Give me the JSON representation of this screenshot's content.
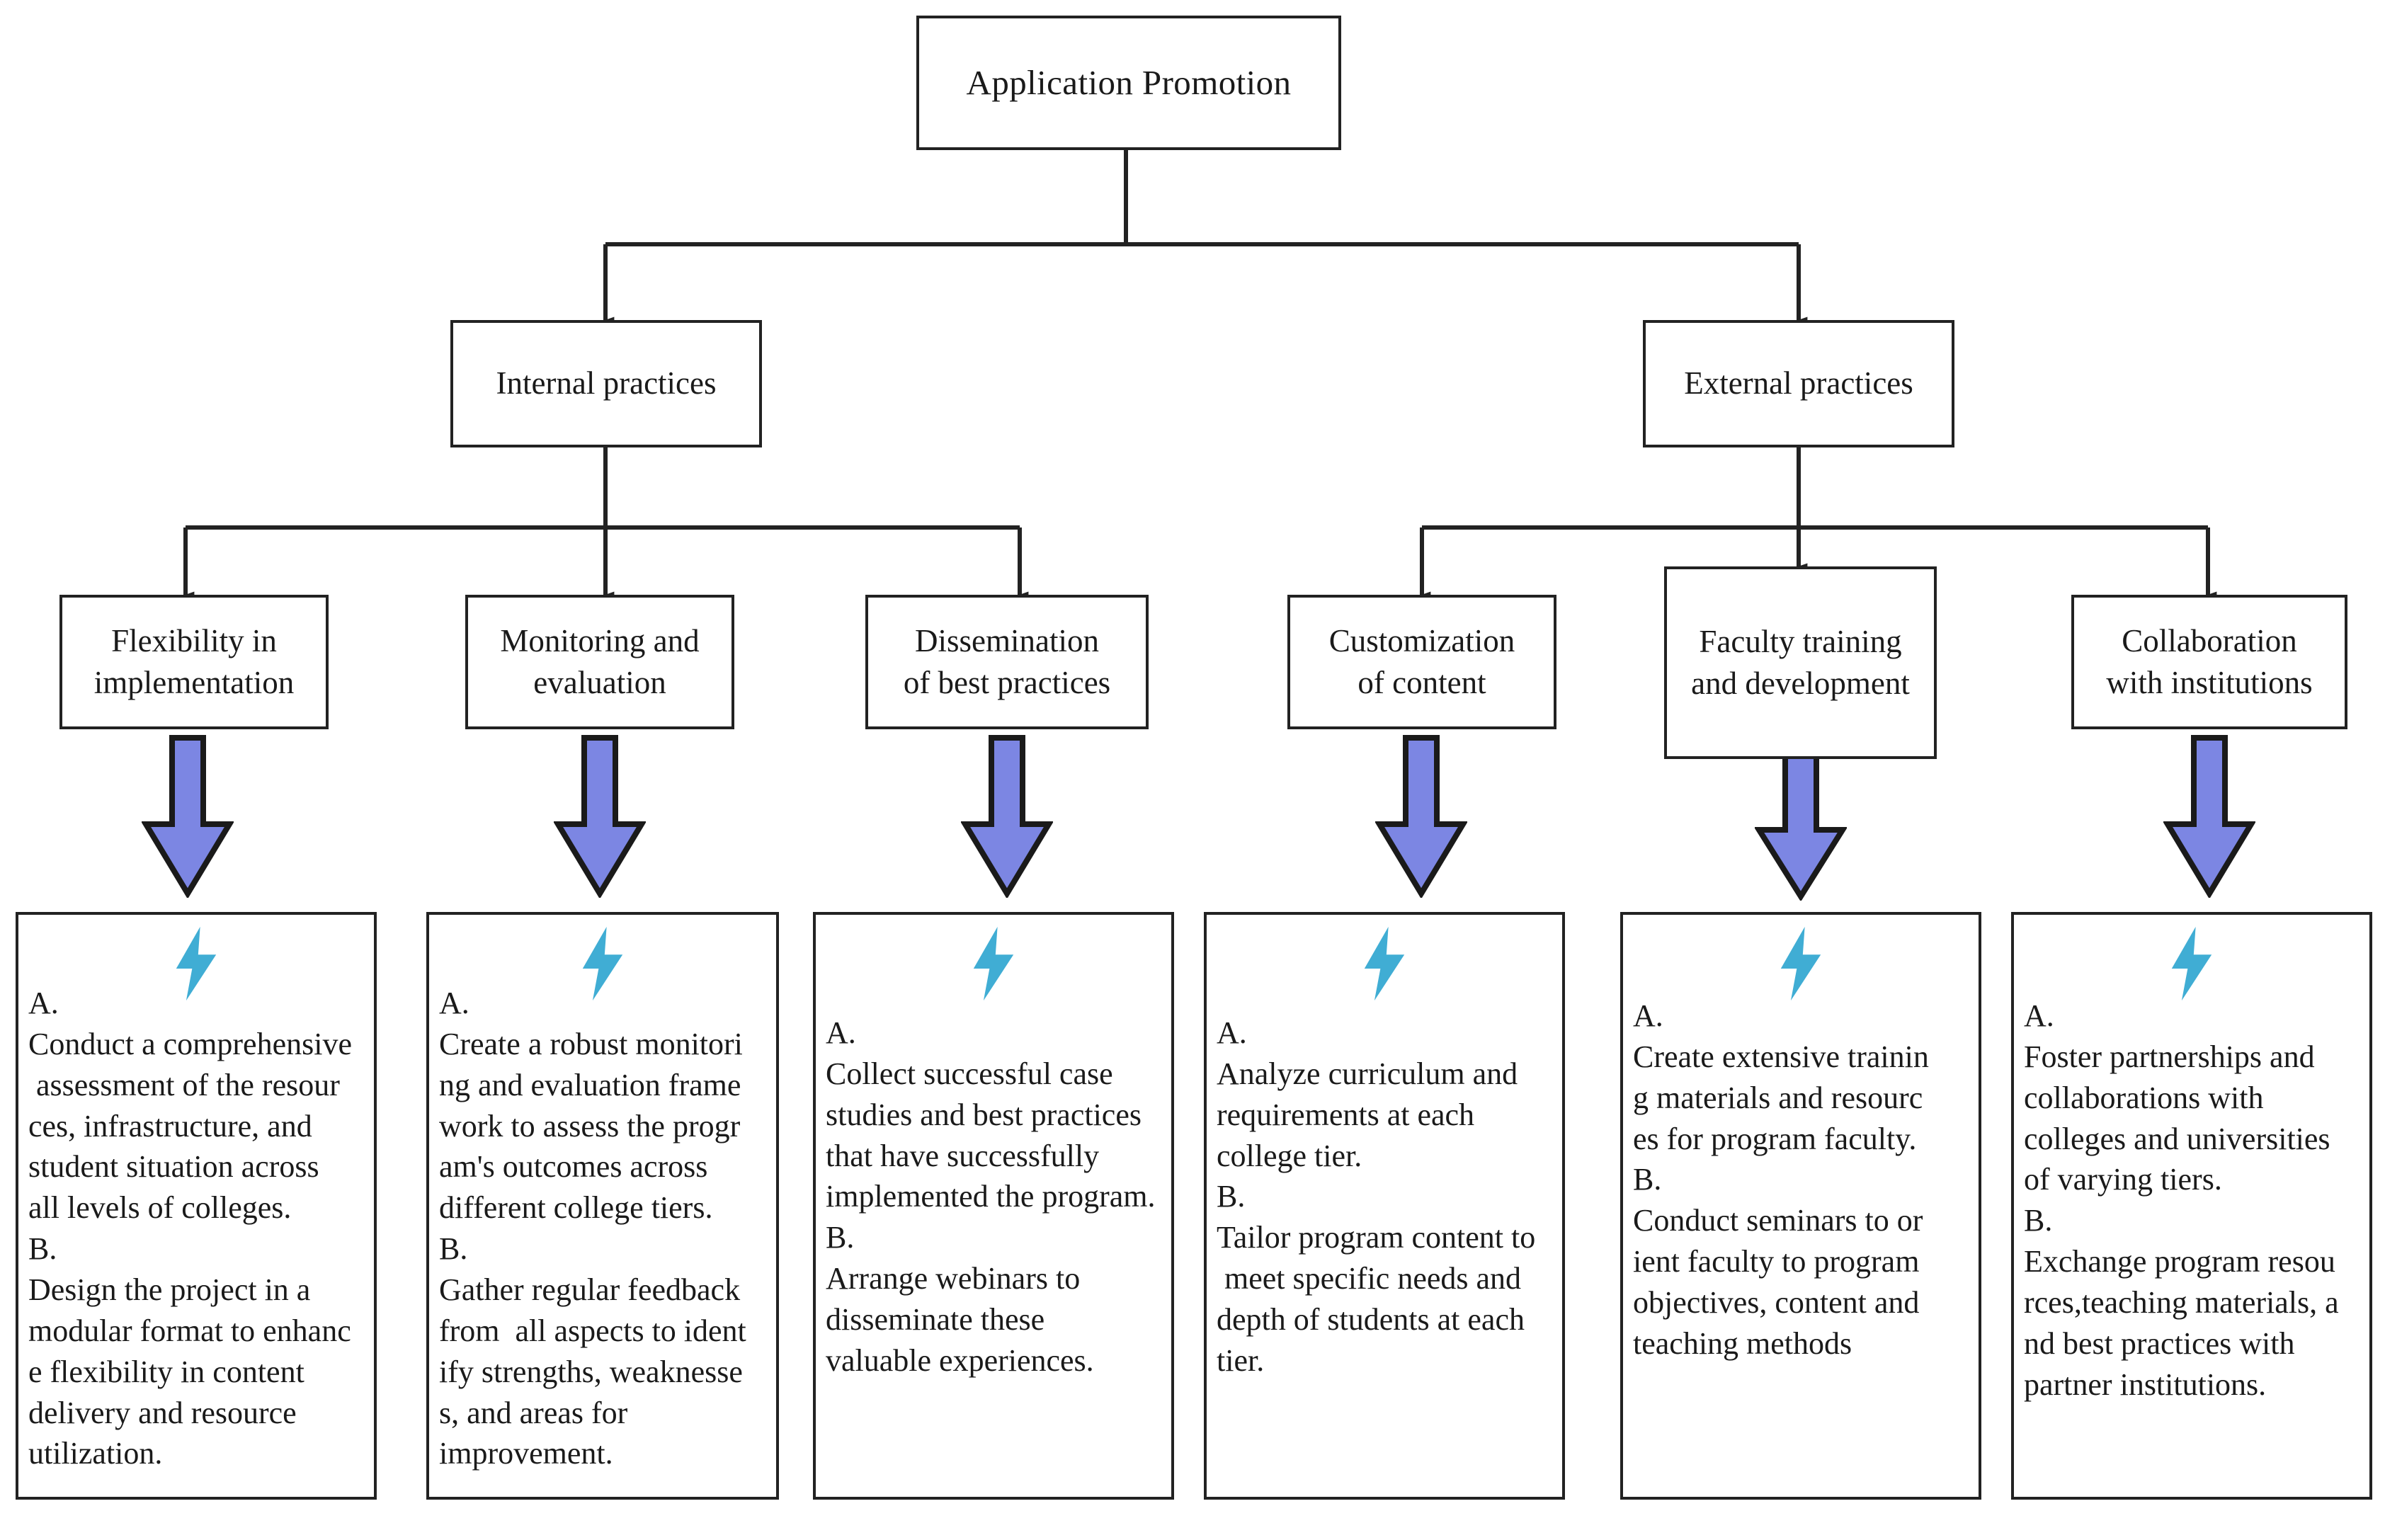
{
  "diagram": {
    "title": "Application  Promotion",
    "root": {
      "label": "Application  Promotion"
    },
    "branches": [
      {
        "label": "Internal practices"
      },
      {
        "label": "External practices"
      }
    ],
    "categories": [
      {
        "label": "Flexibility in\nimplementation"
      },
      {
        "label": "Monitoring and\nevaluation"
      },
      {
        "label": "Dissemination\nof best practices"
      },
      {
        "label": "Customization\nof content"
      },
      {
        "label": "Faculty training\nand development"
      },
      {
        "label": "Collaboration\nwith institutions"
      }
    ],
    "details": [
      {
        "text": "A.\nConduct a comprehensive\n assessment of the resour\nces, infrastructure, and\nstudent situation across\nall levels of colleges.\nB.\nDesign the project in a\nmodular format to enhanc\ne flexibility in content\ndelivery and resource\nutilization."
      },
      {
        "text": "A.\nCreate a robust monitori\nng and evaluation frame\nwork to assess the progr\nam's outcomes across\ndifferent college tiers.\nB.\nGather regular feedback\nfrom  all aspects to ident\nify strengths, weaknesse\ns, and areas for\nimprovement."
      },
      {
        "text": "A.\nCollect successful case\nstudies and best practices\nthat have successfully\nimplemented the program.\nB.\nArrange webinars to\ndisseminate these\nvaluable experiences."
      },
      {
        "text": "A.\nAnalyze curriculum and\nrequirements at each\ncollege tier.\nB.\nTailor program content to\n meet specific needs and\ndepth of students at each\ntier."
      },
      {
        "text": "A.\nCreate extensive trainin\ng materials and resourc\nes for program faculty.\nB.\nConduct seminars to or\nient faculty to program\nobjectives, content and\nteaching methods"
      },
      {
        "text": "A.\nFoster partnerships and\ncollaborations with\ncolleges and universities\nof varying tiers.\nB.\nExchange program resou\nrces,teaching materials, a\nnd best practices with\npartner institutions."
      }
    ],
    "icons": {
      "bolt": "lightning-bolt-icon",
      "block_arrow": "down-block-arrow-icon",
      "connector_arrow": "down-connector-arrow-icon"
    },
    "colors": {
      "bolt_fill": "#40ADD4",
      "block_arrow_fill": "#7C86E3",
      "block_arrow_stroke": "#1a1a1a",
      "line": "#222222",
      "box_border": "#222222",
      "background": "#ffffff",
      "text": "#1a1a1a"
    }
  }
}
